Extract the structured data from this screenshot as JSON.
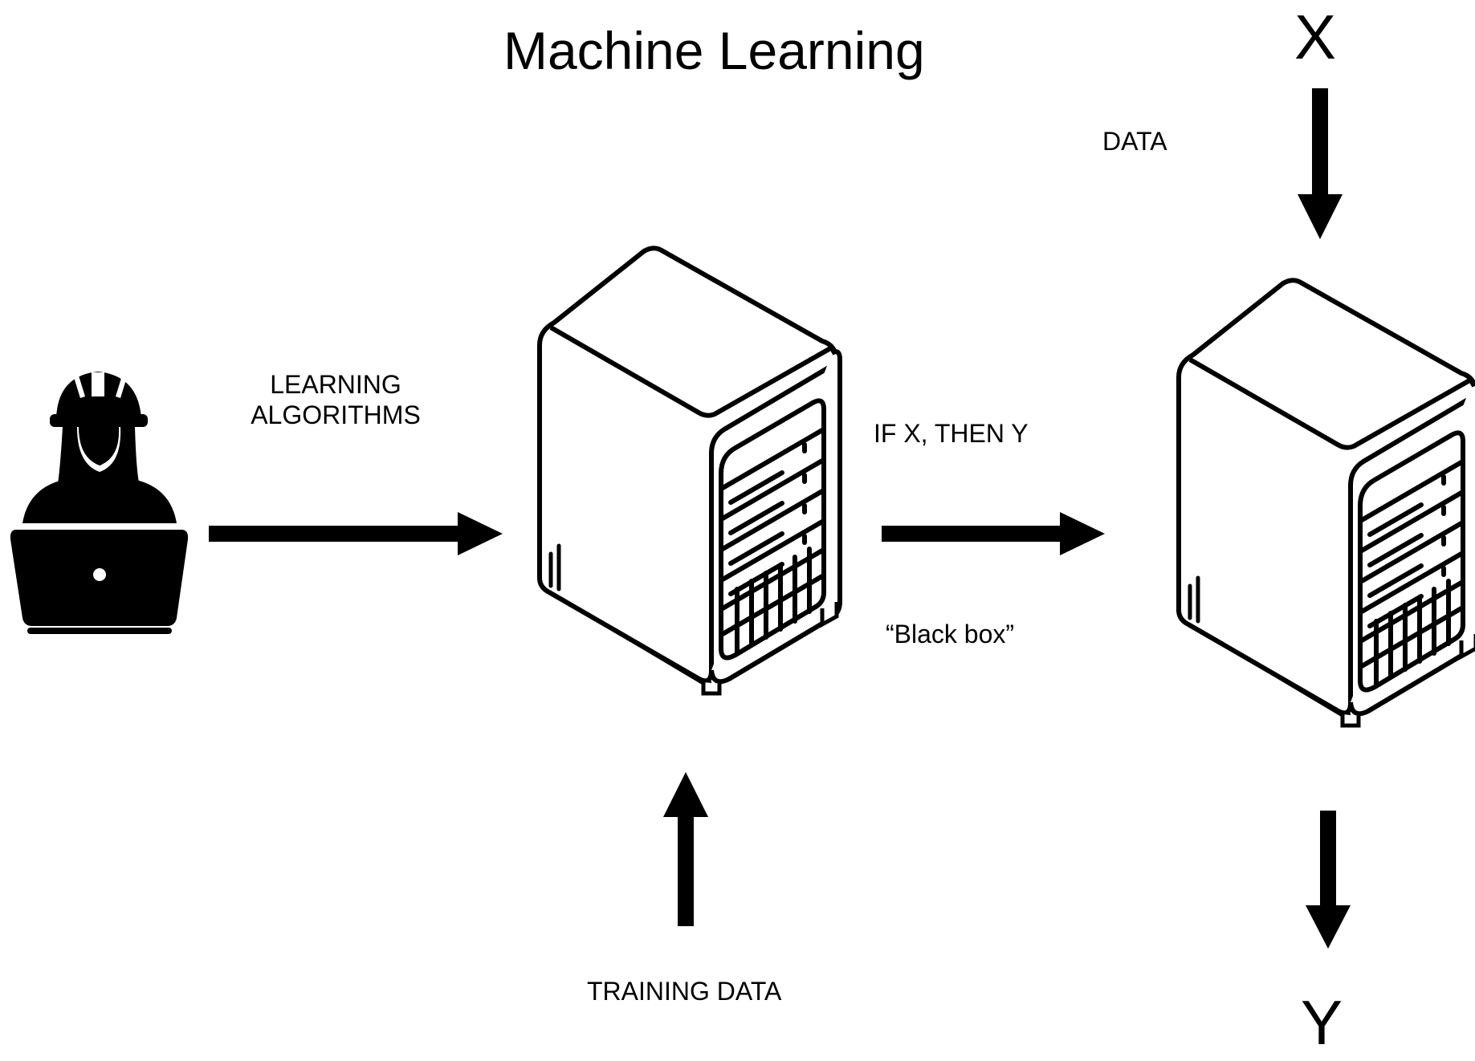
{
  "diagram": {
    "title": "Machine Learning",
    "input_variable": "X",
    "output_variable": "Y",
    "labels": {
      "data": "DATA",
      "learning_algorithms": [
        "LEARNING",
        "ALGORITHMS"
      ],
      "rule": "IF X, THEN Y",
      "black_box": "“Black box”",
      "training_data": "TRAINING DATA"
    },
    "icons": [
      "engineer-with-laptop-icon",
      "server-rack-icon",
      "server-rack-icon"
    ],
    "colors": {
      "ink": "#000000",
      "background": "#ffffff"
    }
  }
}
